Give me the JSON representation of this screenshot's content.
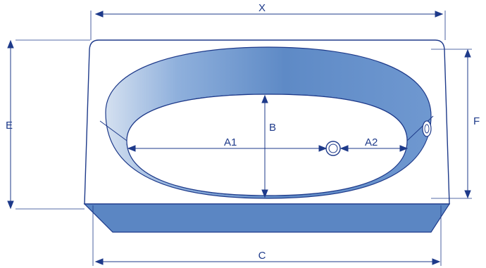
{
  "diagram": {
    "labels": {
      "x": "X",
      "c": "C",
      "e": "E",
      "f": "F",
      "b": "B",
      "a1": "A1",
      "a2": "A2"
    },
    "colors": {
      "stroke": "#1e3a8a",
      "basin_fill": "#ffffff",
      "rim_fill": "#ffffff",
      "side_dark": "#2f5fa8",
      "side_light": "#d4e0f0",
      "panel_fill": "#5b86c3"
    },
    "icons": {
      "drain": "drain-icon",
      "overflow": "overflow-icon"
    }
  }
}
